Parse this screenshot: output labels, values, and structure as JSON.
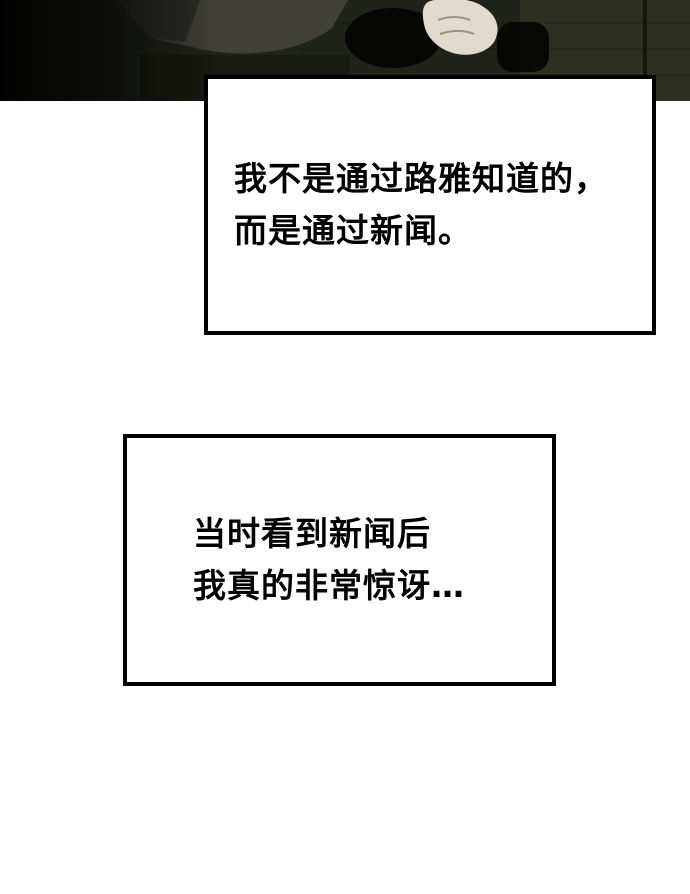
{
  "artwork": {
    "palette": {
      "couch_base": "#20231a",
      "couch_light": "#2d3020",
      "couch_shadow": "#171a10",
      "arm_gray": "#403f39",
      "sleeve_dark": "#2b2b26",
      "hand_skin": "#e0dbcd",
      "phone_dark": "#14140e",
      "screen_light": "#efece2",
      "hole_black": "#060705",
      "border_black": "#000000",
      "page_white": "#ffffff"
    }
  },
  "narration": {
    "boxes": [
      {
        "lines": [
          "我不是通过路雅知道的，",
          "而是通过新闻。"
        ]
      },
      {
        "lines": [
          "当时看到新闻后",
          "我真的非常惊讶…"
        ]
      }
    ]
  }
}
